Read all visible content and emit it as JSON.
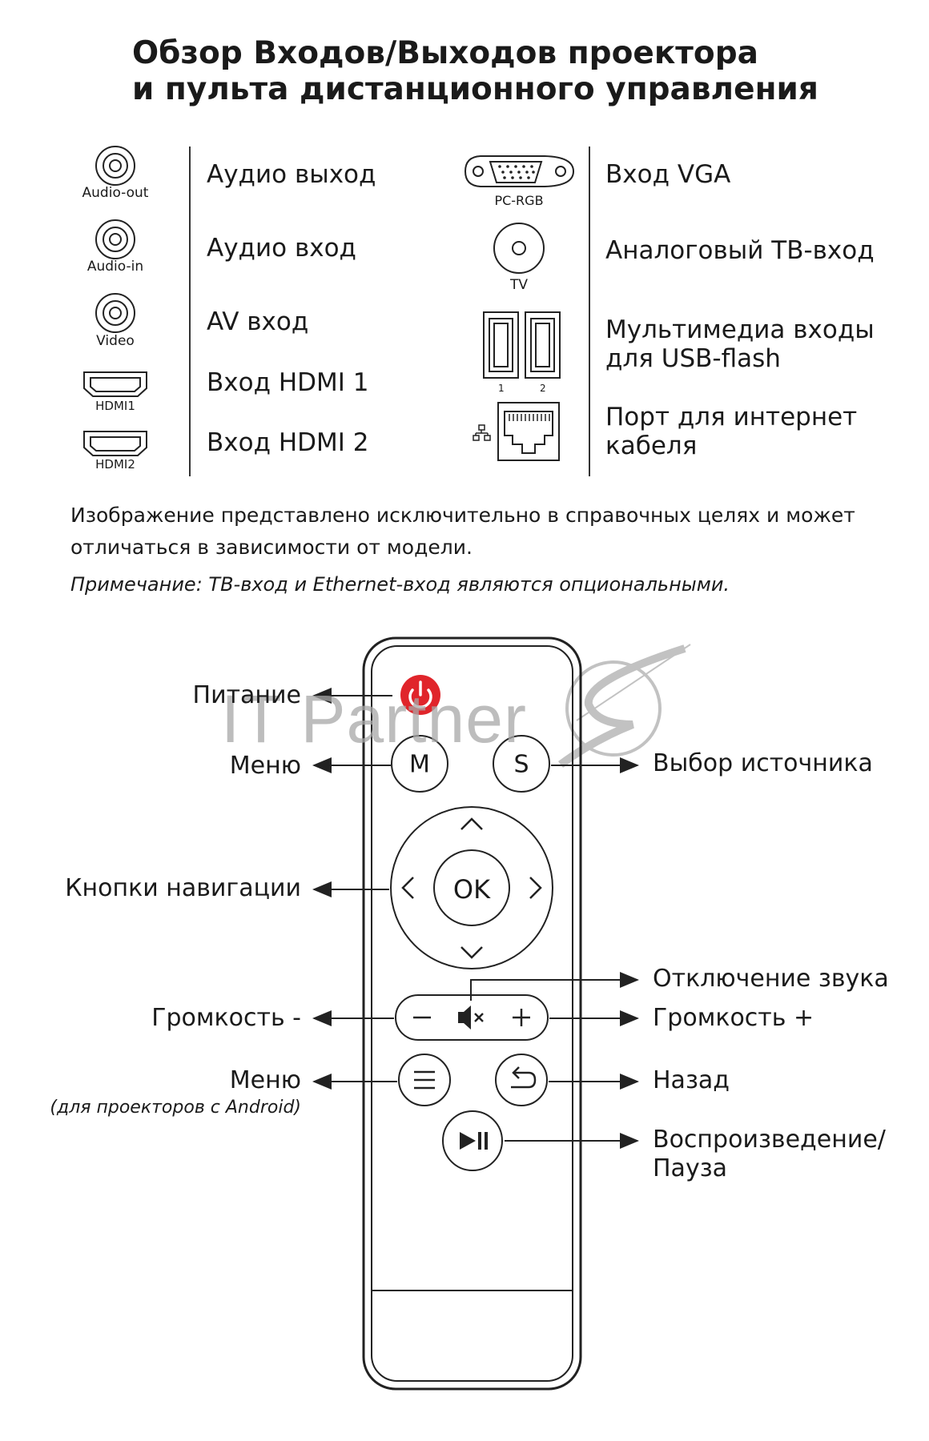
{
  "title": {
    "line1": "Обзор Входов/Выходов проектора",
    "line2": "и пульта дистанционного управления"
  },
  "ports_left": [
    {
      "icon": "rca-jack-icon",
      "caption": "Audio-out",
      "label": "Аудио выход"
    },
    {
      "icon": "rca-jack-icon",
      "caption": "Audio-in",
      "label": "Аудио вход"
    },
    {
      "icon": "rca-jack-icon",
      "caption": "Video",
      "label": "AV вход"
    },
    {
      "icon": "hdmi-port-icon",
      "caption": "HDMI1",
      "label": "Вход HDMI 1"
    },
    {
      "icon": "hdmi-port-icon",
      "caption": "HDMI2",
      "label": "Вход HDMI 2"
    }
  ],
  "ports_right": [
    {
      "icon": "vga-port-icon",
      "caption": "PC-RGB",
      "label": "Вход VGA"
    },
    {
      "icon": "tv-antenna-jack-icon",
      "caption": "TV",
      "label": "Аналоговый ТВ-вход"
    },
    {
      "icon": "usb-ports-icon",
      "caption_1": "1",
      "caption_2": "2",
      "label_line1": "Мультимедиа входы",
      "label_line2": "для USB-flash"
    },
    {
      "icon": "ethernet-port-icon",
      "label_line1": "Порт для интернет",
      "label_line2": "кабеля"
    }
  ],
  "disclaimer": "Изображение представлено исключительно в справочных целях и может отличаться в зависимости от модели.",
  "note": "Примечание: ТВ-вход и Ethernet-вход являются опциональными.",
  "remote": {
    "buttons": {
      "menu": "M",
      "source": "S",
      "ok": "OK"
    },
    "labels": {
      "power": "Питание",
      "menu": "Меню",
      "source": "Выбор источника",
      "navigation": "Кнопки навигации",
      "mute": "Отключение звука",
      "vol_down": "Громкость -",
      "vol_up": "Громкость +",
      "android_menu": "Меню",
      "android_menu_sub": "(для проекторов с Android)",
      "back": "Назад",
      "play_line1": "Воспроизведение/",
      "play_line2": "Пауза"
    },
    "power_color": "#e0252b"
  },
  "watermark": "IT Partner"
}
